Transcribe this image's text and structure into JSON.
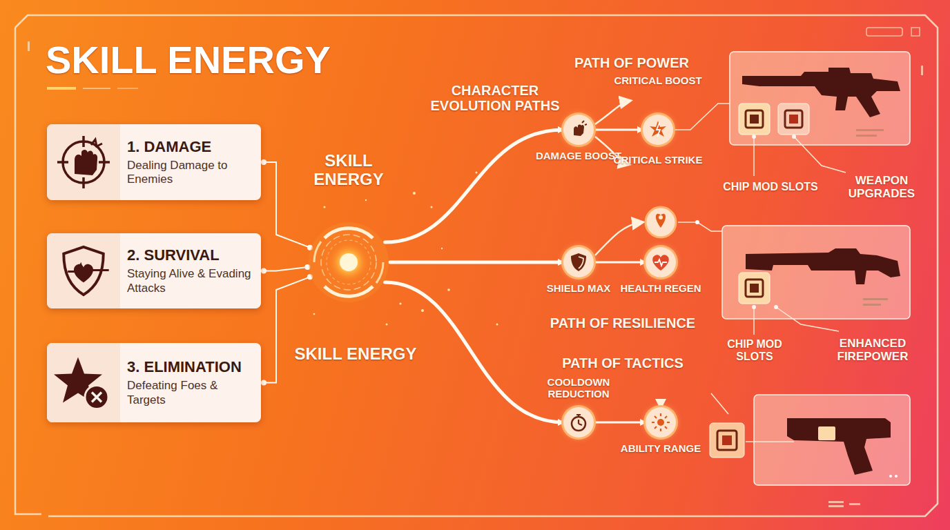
{
  "diagram": {
    "title": "SKILL ENERGY",
    "nodes": [
      {
        "text": [
          "1. DAMAGE",
          "Dealing Damage to Enemies"
        ]
      },
      {
        "text": [
          "2. SURVIVAL",
          "Staying Alive & Evading Attacks"
        ]
      },
      {
        "text": [
          "3. ELIMINATION",
          "Defeating Foes & Targets"
        ]
      },
      {
        "text": [
          "SKILL ENERGY"
        ]
      },
      {
        "text": [
          "DAMAGE BOOST"
        ]
      },
      {
        "text": [
          "CRITICAL BOOST",
          "CRITICAL STRIKE"
        ]
      },
      {
        "text": [
          "SHIELD MAX"
        ]
      },
      {
        "text": [
          "HEALTH REGEN"
        ]
      },
      {
        "text": [
          "COOLDOWN REDUCTION"
        ]
      },
      {
        "text": [
          "ABILITY RANGE"
        ]
      }
    ],
    "edges": [
      {
        "from": 0,
        "to": 3,
        "arrow": "none"
      },
      {
        "from": 1,
        "to": 3,
        "arrow": "none"
      },
      {
        "from": 2,
        "to": 3,
        "arrow": "none"
      },
      {
        "from": 3,
        "to": 4,
        "arrow": "to"
      },
      {
        "from": 3,
        "to": 6,
        "arrow": "to"
      },
      {
        "from": 3,
        "to": 8,
        "arrow": "to"
      },
      {
        "from": 4,
        "to": 5,
        "arrow": "to"
      },
      {
        "from": 6,
        "to": 7,
        "arrow": "to"
      },
      {
        "from": 8,
        "to": 9,
        "arrow": "to"
      }
    ],
    "labels": [
      "SKILL ENERGY",
      "CHARACTER EVOLUTION PATHS",
      "PATH OF POWER",
      "PATH OF RESILIENCE",
      "PATH OF TACTICS",
      "CHIP MOD SLOTS",
      "WEAPON UPGRADES",
      "CHIP MOD SLOTS",
      "ENHANCED FIREPOWER"
    ]
  }
}
